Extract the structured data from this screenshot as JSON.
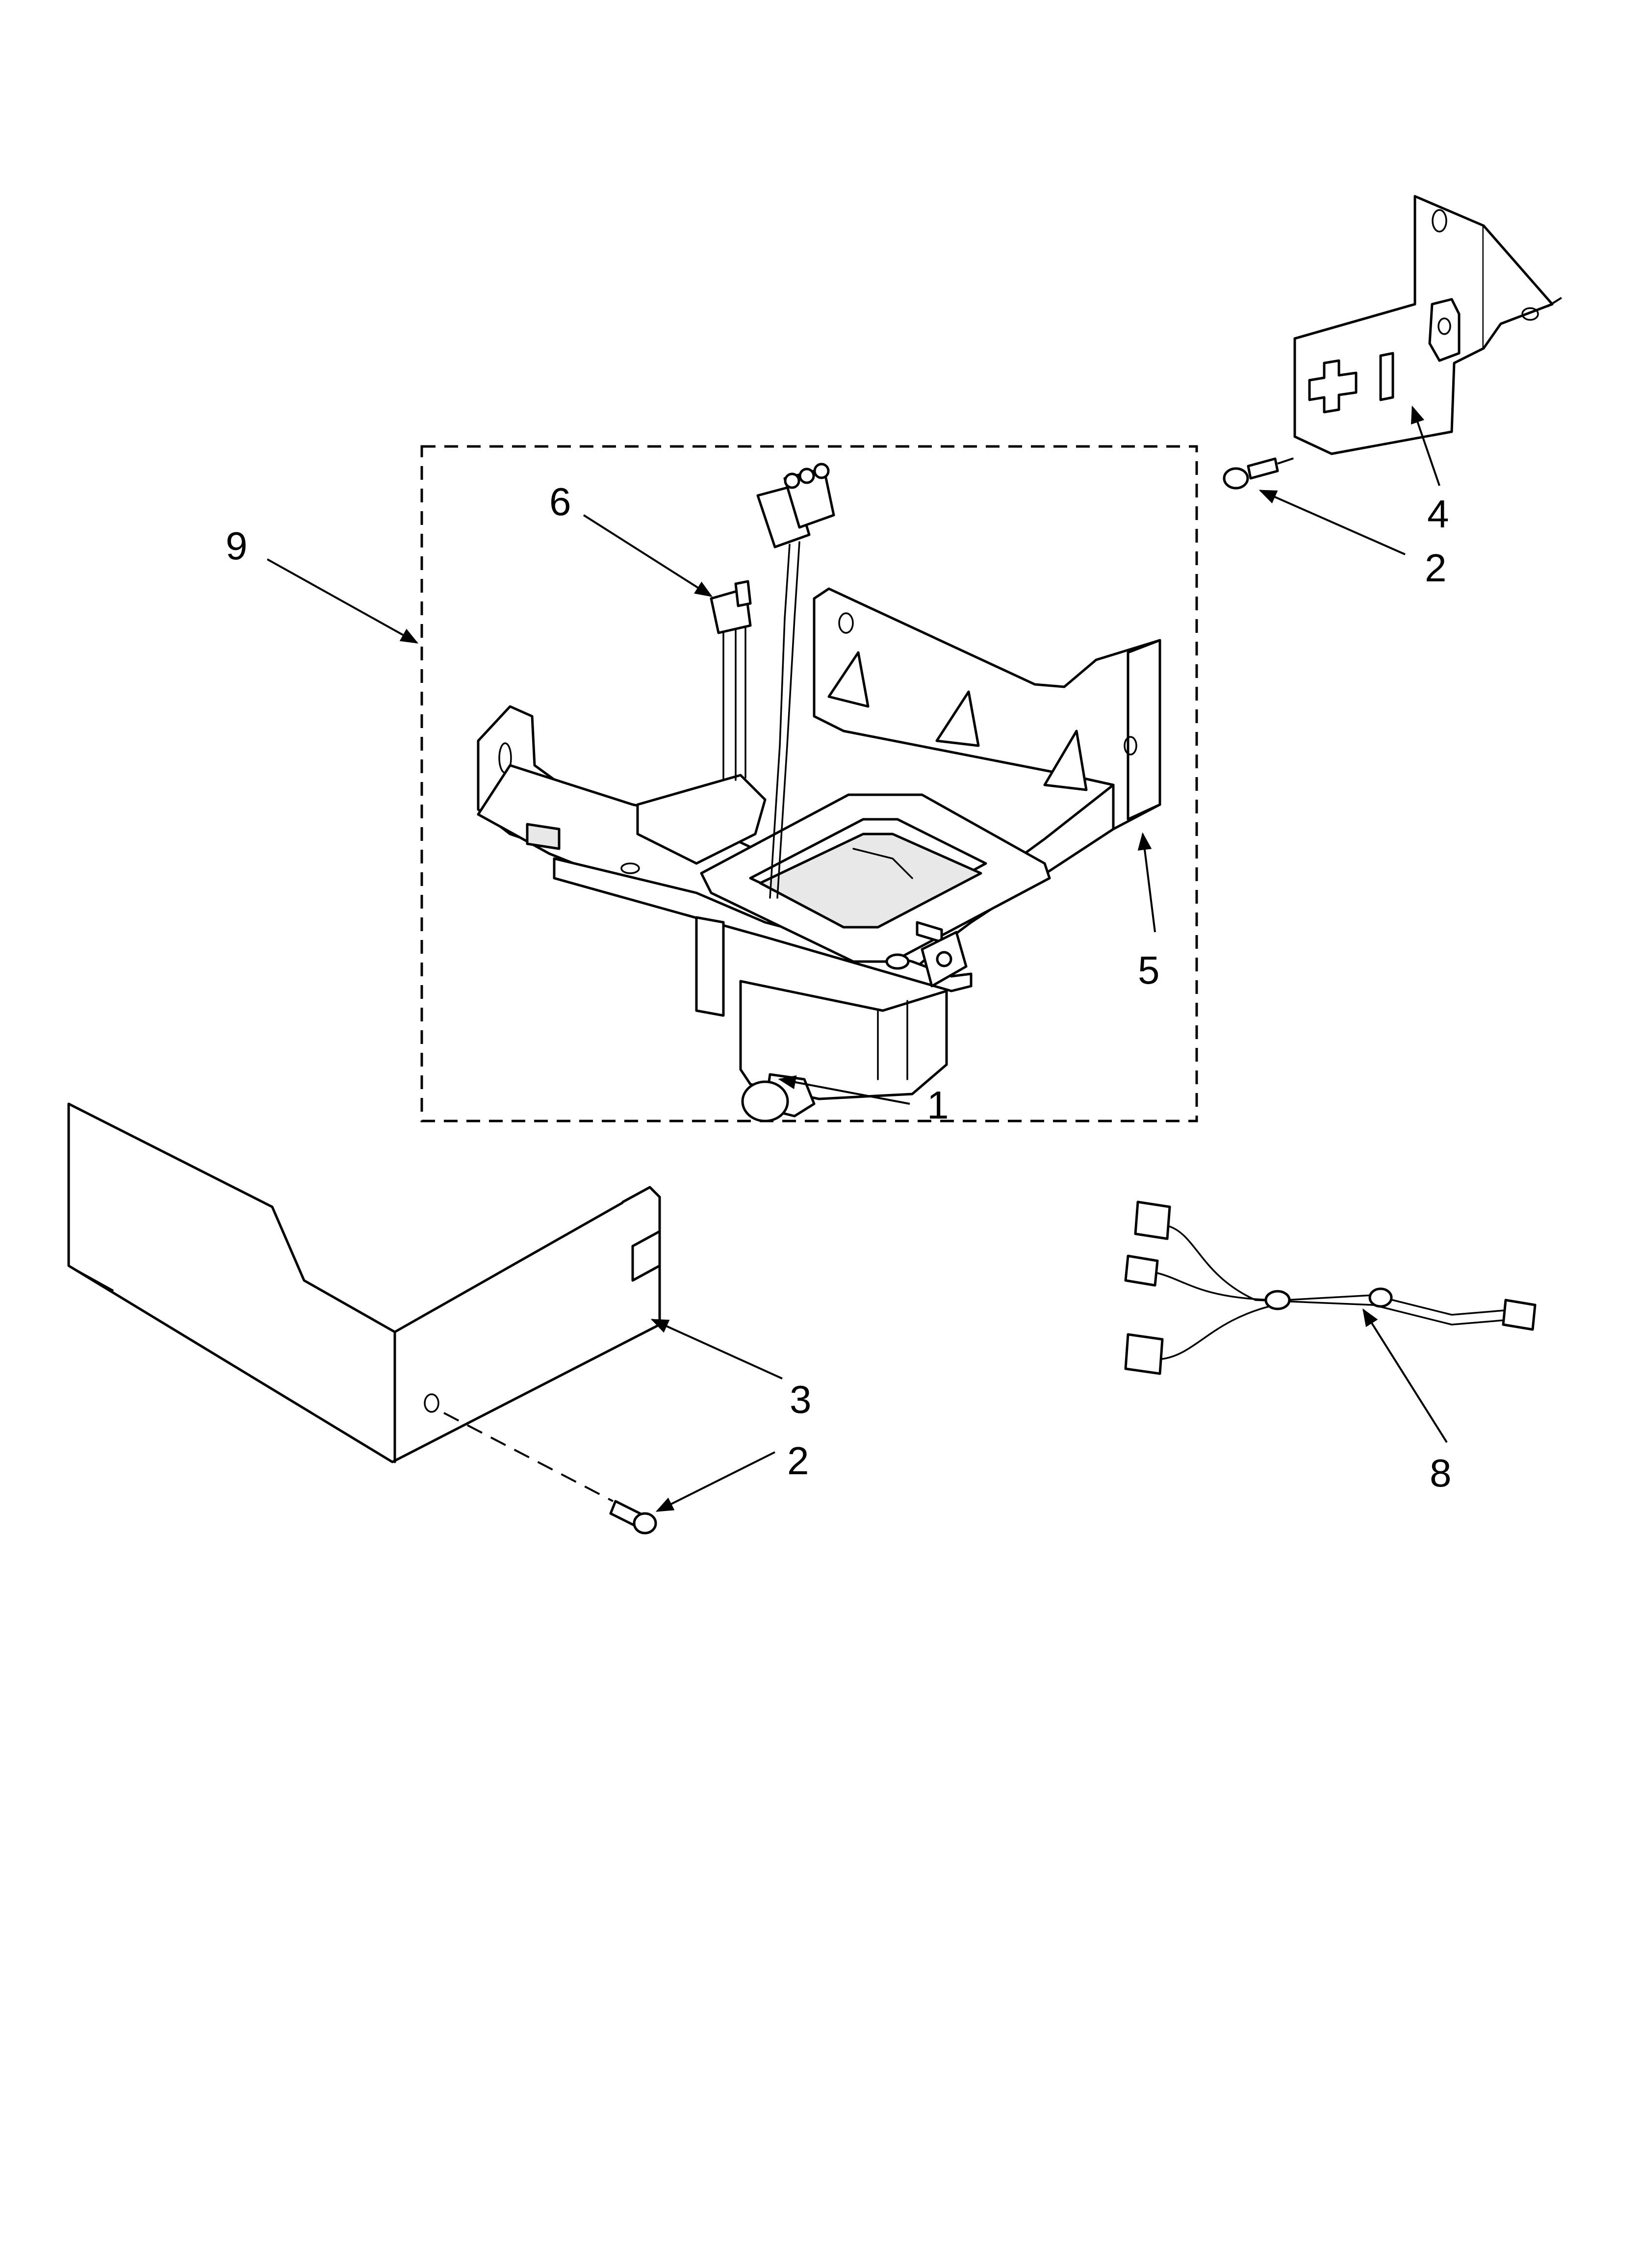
{
  "callouts": {
    "c1": "1",
    "c2a": "2",
    "c2b": "2",
    "c3": "3",
    "c4": "4",
    "c5": "5",
    "c6": "6",
    "c8": "8",
    "c9": "9"
  },
  "colors": {
    "line": "#000000",
    "background": "#ffffff",
    "shade": "#e8e8e8"
  }
}
